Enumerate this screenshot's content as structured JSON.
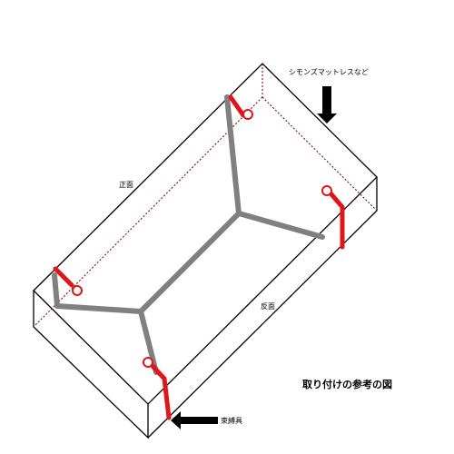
{
  "labels": {
    "mattress": "シモンズマットレスなど",
    "front": "正面",
    "back": "反面",
    "fastener": "束縛具",
    "title": "取り付けの参考の図"
  },
  "colors": {
    "edge": "#000000",
    "hidden_edge": "#7a1010",
    "strap": "#808080",
    "hook": "#e0141a",
    "arrow": "#000000"
  }
}
